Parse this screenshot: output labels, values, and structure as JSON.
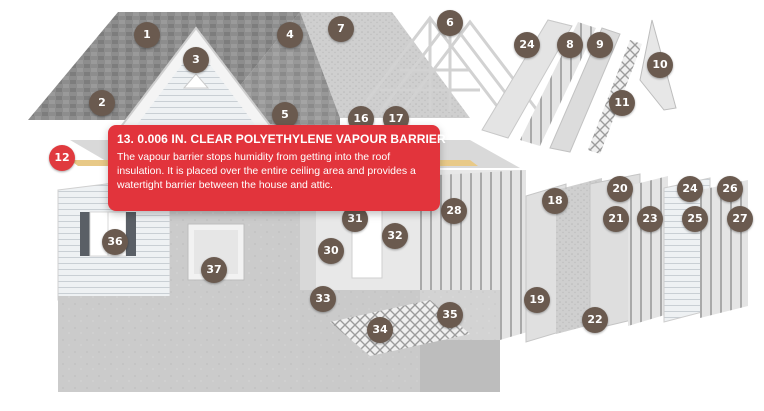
{
  "colors": {
    "marker": "#6a5a4f",
    "marker_active": "#e03a3e",
    "tooltip_bg": "#e2343c",
    "shingles": "#8a8a8a",
    "siding": "#eceff1",
    "concrete": "#c9c9c9"
  },
  "tooltip": {
    "title": "13. 0.006 IN. CLEAR POLYETHYLENE VAPOUR BARRIER",
    "body": "The vapour barrier stops humidity from getting into the roof insulation. It is placed over the entire ceiling area and provides a watertight barrier between the house and attic."
  },
  "markers": {
    "m1": "1",
    "m2": "2",
    "m3": "3",
    "m4": "4",
    "m5": "5",
    "m6": "6",
    "m7": "7",
    "m8": "8",
    "m9": "9",
    "m10": "10",
    "m11": "11",
    "m12": "12",
    "m16": "16",
    "m17": "17",
    "m18": "18",
    "m19": "19",
    "m20": "20",
    "m21": "21",
    "m22": "22",
    "m23": "23",
    "m24a": "24",
    "m24b": "24",
    "m25": "25",
    "m26": "26",
    "m27": "27",
    "m28": "28",
    "m30": "30",
    "m31": "31",
    "m32": "32",
    "m33": "33",
    "m34": "34",
    "m35": "35",
    "m36": "36",
    "m37": "37"
  }
}
